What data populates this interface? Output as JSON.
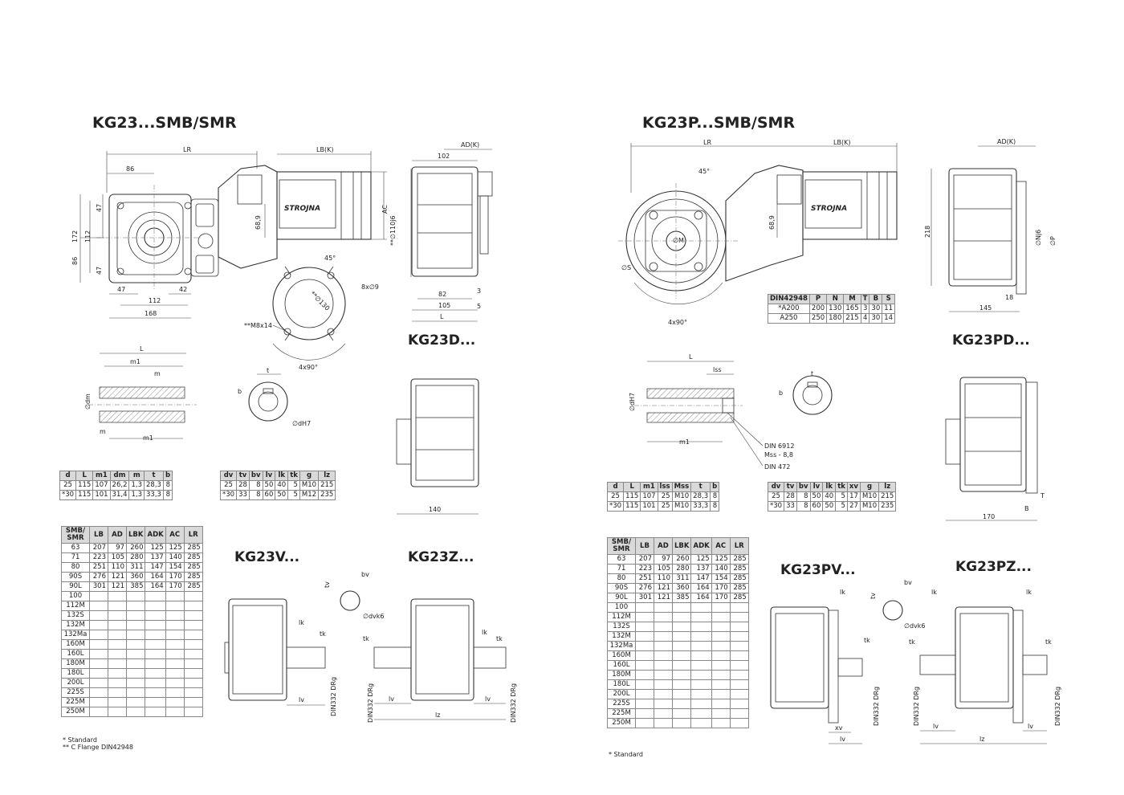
{
  "left": {
    "title_main": "KG23...SMB/SMR",
    "title_d": "KG23D...",
    "title_v": "KG23V...",
    "title_z": "KG23Z...",
    "labels": {
      "LR": "LR",
      "LBK": "LB(K)",
      "ADK": "AD(K)",
      "AC": "AC",
      "d86": "86",
      "d102": "102",
      "d172": "172",
      "d112v": "112",
      "d86v": "86",
      "d47a": "47",
      "d47b": "47",
      "d47c": "47",
      "d112h": "112",
      "d42": "42",
      "d168": "168",
      "d689": "68,9",
      "d110j6": "**∅110j6",
      "d8x9": "8x∅9",
      "d82": "82",
      "d105": "105",
      "d3": "3",
      "d5": "5",
      "dL": "L",
      "d45": "45°",
      "d130": "**∅130",
      "m8x14": "**M8x14",
      "n4x90": "4x90°",
      "brand": "STROJNA",
      "shaft_L": "L",
      "shaft_m1a": "m1",
      "shaft_m": "m",
      "shaft_dm": "∅dm",
      "shaft_m_b": "m",
      "shaft_m1b": "m1",
      "key_t": "t",
      "key_b": "b",
      "key_dH7": "∅dH7",
      "d140": "140",
      "v_tv": "tv",
      "v_bv": "bv",
      "v_dvk6": "∅dvk6",
      "v_lk": "lk",
      "v_tk": "tk",
      "v_lv": "lv",
      "v_din": "DIN332 DRg",
      "z_tk1": "tk",
      "z_lk": "lk",
      "z_tk2": "tk",
      "z_din1": "DIN332 DRg",
      "z_din2": "DIN332 DRg",
      "z_lv1": "lv",
      "z_lv2": "lv",
      "z_lz": "lz"
    },
    "table_shaft": {
      "headers": [
        "d",
        "L",
        "m1",
        "dm",
        "m",
        "t",
        "b"
      ],
      "rows": [
        [
          "25",
          "115",
          "107",
          "26,2",
          "1,3",
          "28,3",
          "8"
        ],
        [
          "*30",
          "115",
          "101",
          "31,4",
          "1,3",
          "33,3",
          "8"
        ]
      ]
    },
    "table_v": {
      "headers": [
        "dv",
        "tv",
        "bv",
        "lv",
        "lk",
        "tk",
        "g",
        "lz"
      ],
      "rows": [
        [
          "25",
          "28",
          "8",
          "50",
          "40",
          "5",
          "M10",
          "215"
        ],
        [
          "*30",
          "33",
          "8",
          "60",
          "50",
          "5",
          "M12",
          "235"
        ]
      ]
    },
    "table_motor": {
      "headers": [
        "SMB/\nSMR",
        "LB",
        "AD",
        "LBK",
        "ADK",
        "AC",
        "LR"
      ],
      "rows": [
        [
          "63",
          "207",
          "97",
          "260",
          "125",
          "125",
          "285"
        ],
        [
          "71",
          "223",
          "105",
          "280",
          "137",
          "140",
          "285"
        ],
        [
          "80",
          "251",
          "110",
          "311",
          "147",
          "154",
          "285"
        ],
        [
          "90S",
          "276",
          "121",
          "360",
          "164",
          "170",
          "285"
        ],
        [
          "90L",
          "301",
          "121",
          "385",
          "164",
          "170",
          "285"
        ],
        [
          "100",
          "",
          "",
          "",
          "",
          "",
          ""
        ],
        [
          "112M",
          "",
          "",
          "",
          "",
          "",
          ""
        ],
        [
          "132S",
          "",
          "",
          "",
          "",
          "",
          ""
        ],
        [
          "132M",
          "",
          "",
          "",
          "",
          "",
          ""
        ],
        [
          "132Ma",
          "",
          "",
          "",
          "",
          "",
          ""
        ],
        [
          "160M",
          "",
          "",
          "",
          "",
          "",
          ""
        ],
        [
          "160L",
          "",
          "",
          "",
          "",
          "",
          ""
        ],
        [
          "180M",
          "",
          "",
          "",
          "",
          "",
          ""
        ],
        [
          "180L",
          "",
          "",
          "",
          "",
          "",
          ""
        ],
        [
          "200L",
          "",
          "",
          "",
          "",
          "",
          ""
        ],
        [
          "225S",
          "",
          "",
          "",
          "",
          "",
          ""
        ],
        [
          "225M",
          "",
          "",
          "",
          "",
          "",
          ""
        ],
        [
          "250M",
          "",
          "",
          "",
          "",
          "",
          ""
        ]
      ]
    },
    "notes": [
      "* Standard",
      "** C Flange DIN42948"
    ]
  },
  "right": {
    "title_main": "KG23P...SMB/SMR",
    "title_pd": "KG23PD...",
    "title_pv": "KG23PV...",
    "title_pz": "KG23PZ...",
    "labels": {
      "LR": "LR",
      "LBK": "LB(K)",
      "ADK": "AD(K)",
      "d45": "45°",
      "d689": "68,9",
      "S": "∅S",
      "M": "∅M",
      "n4x90": "4x90°",
      "brand": "STROJNA",
      "d218": "218",
      "Nj6": "∅Nj6",
      "P": "∅P",
      "d18": "18",
      "d145": "145",
      "shaft_L": "L",
      "lss": "lss",
      "dH7": "∅dH7",
      "m1": "m1",
      "din6912": "DIN 6912",
      "mss": "Mss - 8,8",
      "din472": "DIN 472",
      "key_t": "t",
      "key_b": "b",
      "T": "T",
      "B": "B",
      "d170": "170",
      "pv_tv": "tv",
      "pv_bv": "bv",
      "pv_dvk6": "∅dvk6",
      "pv_lk": "lk",
      "pv_tk": "tk",
      "pv_din": "DIN332 DRg",
      "pv_xv": "xv",
      "pv_lv": "lv",
      "pz_lk1": "lk",
      "pz_lk2": "lk",
      "pz_tk1": "tk",
      "pz_tk2": "tk",
      "pz_din1": "DIN332 DRg",
      "pz_din2": "DIN332 DRg",
      "pz_lv1": "lv",
      "pz_lv2": "lv",
      "pz_lz": "lz"
    },
    "table_flange": {
      "headers": [
        "DIN42948",
        "P",
        "N",
        "M",
        "T",
        "B",
        "S"
      ],
      "rows": [
        [
          "*A200",
          "200",
          "130",
          "165",
          "3",
          "30",
          "11"
        ],
        [
          "A250",
          "250",
          "180",
          "215",
          "4",
          "30",
          "14"
        ]
      ]
    },
    "table_shaft": {
      "headers": [
        "d",
        "L",
        "m1",
        "lss",
        "Mss",
        "t",
        "b"
      ],
      "rows": [
        [
          "25",
          "115",
          "107",
          "25",
          "M10",
          "28,3",
          "8"
        ],
        [
          "*30",
          "115",
          "101",
          "25",
          "M10",
          "33,3",
          "8"
        ]
      ]
    },
    "table_v": {
      "headers": [
        "dv",
        "tv",
        "bv",
        "lv",
        "lk",
        "tk",
        "xv",
        "g",
        "lz"
      ],
      "rows": [
        [
          "25",
          "28",
          "8",
          "50",
          "40",
          "5",
          "17",
          "M10",
          "215"
        ],
        [
          "*30",
          "33",
          "8",
          "60",
          "50",
          "5",
          "27",
          "M10",
          "235"
        ]
      ]
    },
    "table_motor": {
      "headers": [
        "SMB/\nSMR",
        "LB",
        "AD",
        "LBK",
        "ADK",
        "AC",
        "LR"
      ],
      "rows": [
        [
          "63",
          "207",
          "97",
          "260",
          "125",
          "125",
          "285"
        ],
        [
          "71",
          "223",
          "105",
          "280",
          "137",
          "140",
          "285"
        ],
        [
          "80",
          "251",
          "110",
          "311",
          "147",
          "154",
          "285"
        ],
        [
          "90S",
          "276",
          "121",
          "360",
          "164",
          "170",
          "285"
        ],
        [
          "90L",
          "301",
          "121",
          "385",
          "164",
          "170",
          "285"
        ],
        [
          "100",
          "",
          "",
          "",
          "",
          "",
          ""
        ],
        [
          "112M",
          "",
          "",
          "",
          "",
          "",
          ""
        ],
        [
          "132S",
          "",
          "",
          "",
          "",
          "",
          ""
        ],
        [
          "132M",
          "",
          "",
          "",
          "",
          "",
          ""
        ],
        [
          "132Ma",
          "",
          "",
          "",
          "",
          "",
          ""
        ],
        [
          "160M",
          "",
          "",
          "",
          "",
          "",
          ""
        ],
        [
          "160L",
          "",
          "",
          "",
          "",
          "",
          ""
        ],
        [
          "180M",
          "",
          "",
          "",
          "",
          "",
          ""
        ],
        [
          "180L",
          "",
          "",
          "",
          "",
          "",
          ""
        ],
        [
          "200L",
          "",
          "",
          "",
          "",
          "",
          ""
        ],
        [
          "225S",
          "",
          "",
          "",
          "",
          "",
          ""
        ],
        [
          "225M",
          "",
          "",
          "",
          "",
          "",
          ""
        ],
        [
          "250M",
          "",
          "",
          "",
          "",
          "",
          ""
        ]
      ]
    },
    "notes": [
      "* Standard"
    ]
  }
}
